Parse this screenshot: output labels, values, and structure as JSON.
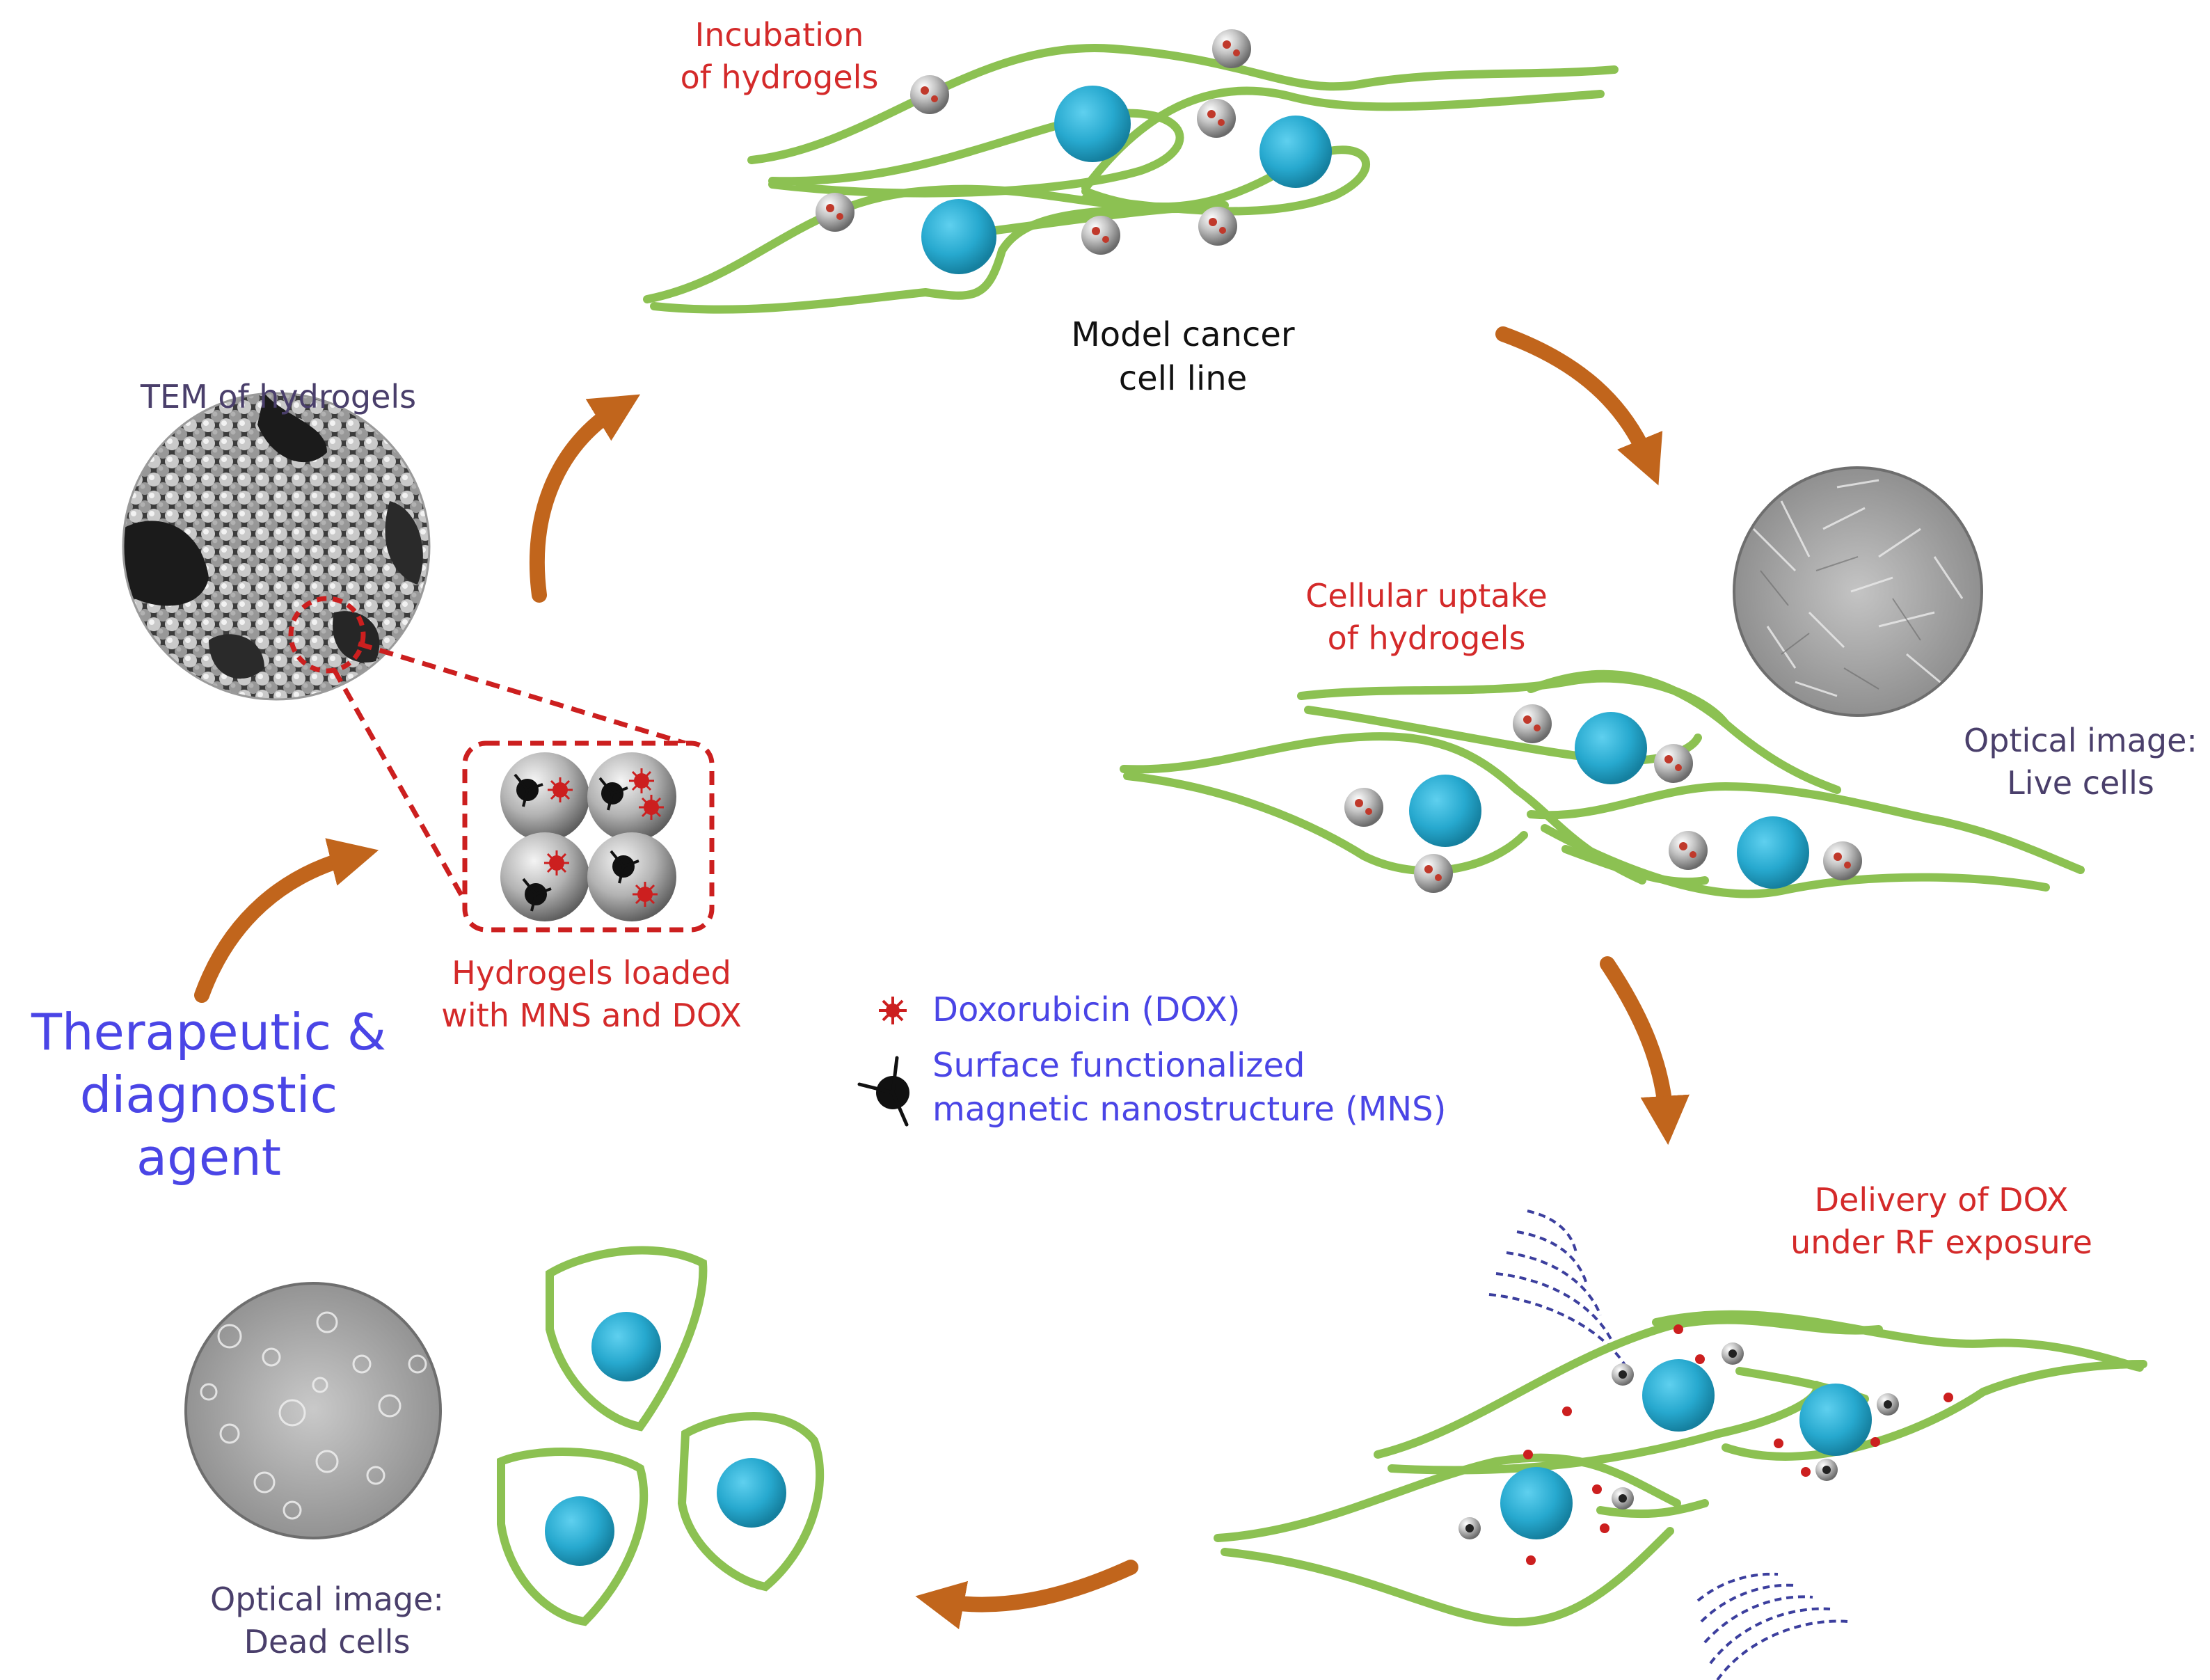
{
  "labels": {
    "incubation_line1": "Incubation",
    "incubation_line2": "of hydrogels",
    "model_line1": "Model cancer",
    "model_line2": "cell line",
    "tem": "TEM of hydrogels",
    "uptake_line1": "Cellular uptake",
    "uptake_line2": "of hydrogels",
    "optical_live_line1": "Optical image:",
    "optical_live_line2": "Live cells",
    "loaded_line1": "Hydrogels loaded",
    "loaded_line2": "with MNS and DOX",
    "agent_line1": "Therapeutic &",
    "agent_line2": "diagnostic agent",
    "delivery_line1": "Delivery of DOX",
    "delivery_line2": "under RF exposure",
    "optical_dead_line1": "Optical image:",
    "optical_dead_line2": "Dead cells"
  },
  "legend": {
    "dox": "Doxorubicin (DOX)",
    "mns_line1": "Surface functionalized",
    "mns_line2": "magnetic nanostructure (MNS)"
  },
  "icons": [
    "dox-star-icon",
    "mns-icon",
    "cycle-arrow-icon",
    "rf-wave-icon"
  ],
  "colors": {
    "cell_membrane": "#8cc152",
    "nucleus": "#27a9cf",
    "arrow": "#c1651c",
    "red_text": "#d42a2a",
    "blue_text": "#4a45e6",
    "dark_text": "#4a3f6b",
    "rf_wave": "#3c3f9e"
  }
}
